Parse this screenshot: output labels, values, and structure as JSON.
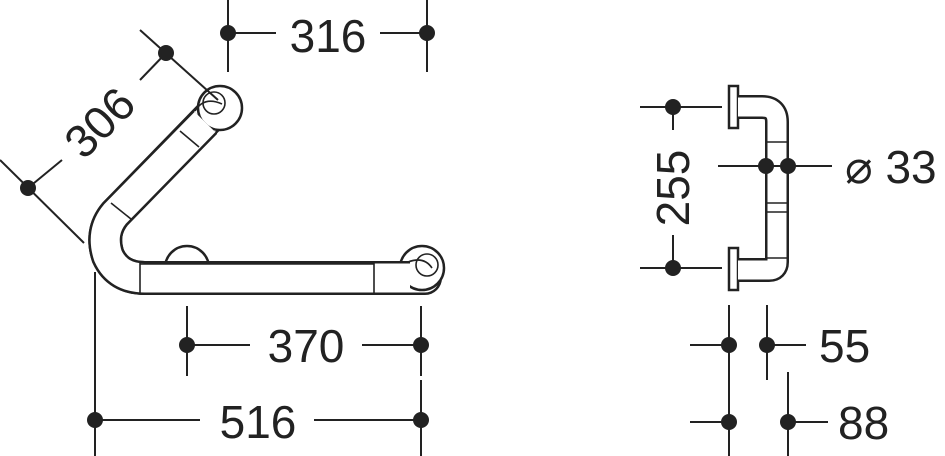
{
  "dimensions": {
    "top_width": "316",
    "diagonal_length": "306",
    "bottom_inner": "370",
    "bottom_total": "516",
    "side_height": "255",
    "tube_diameter": "⌀ 33",
    "wall_distance_inner": "55",
    "wall_distance_outer": "88"
  }
}
